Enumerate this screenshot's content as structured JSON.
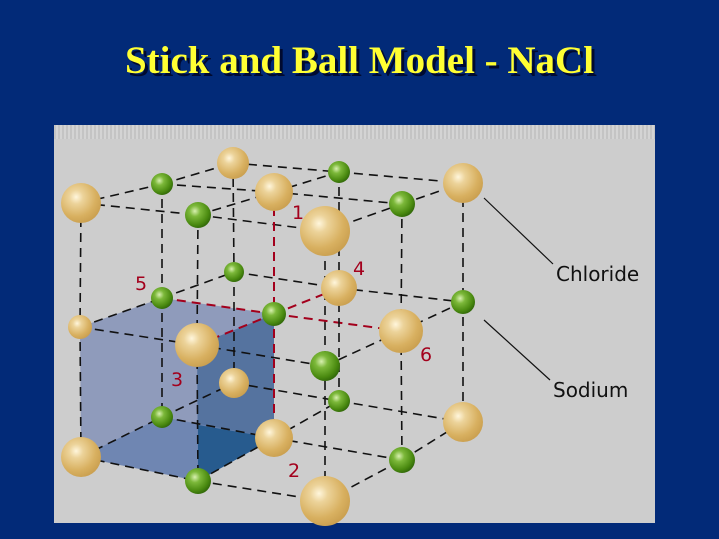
{
  "slide": {
    "title": "Stick and Ball Model - NaCl"
  },
  "diagram": {
    "legend": [
      {
        "label": "Chloride"
      },
      {
        "label": "Sodium"
      }
    ],
    "bond_numbers": [
      "1",
      "2",
      "3",
      "4",
      "5",
      "6"
    ],
    "colors": {
      "background": "#022a78",
      "title": "#ffff33",
      "large_ion": "#d8b060",
      "small_ion": "#4a8a10",
      "highlight_bond": "#a3001c",
      "shaded_cube": "#6a7fb0"
    }
  }
}
